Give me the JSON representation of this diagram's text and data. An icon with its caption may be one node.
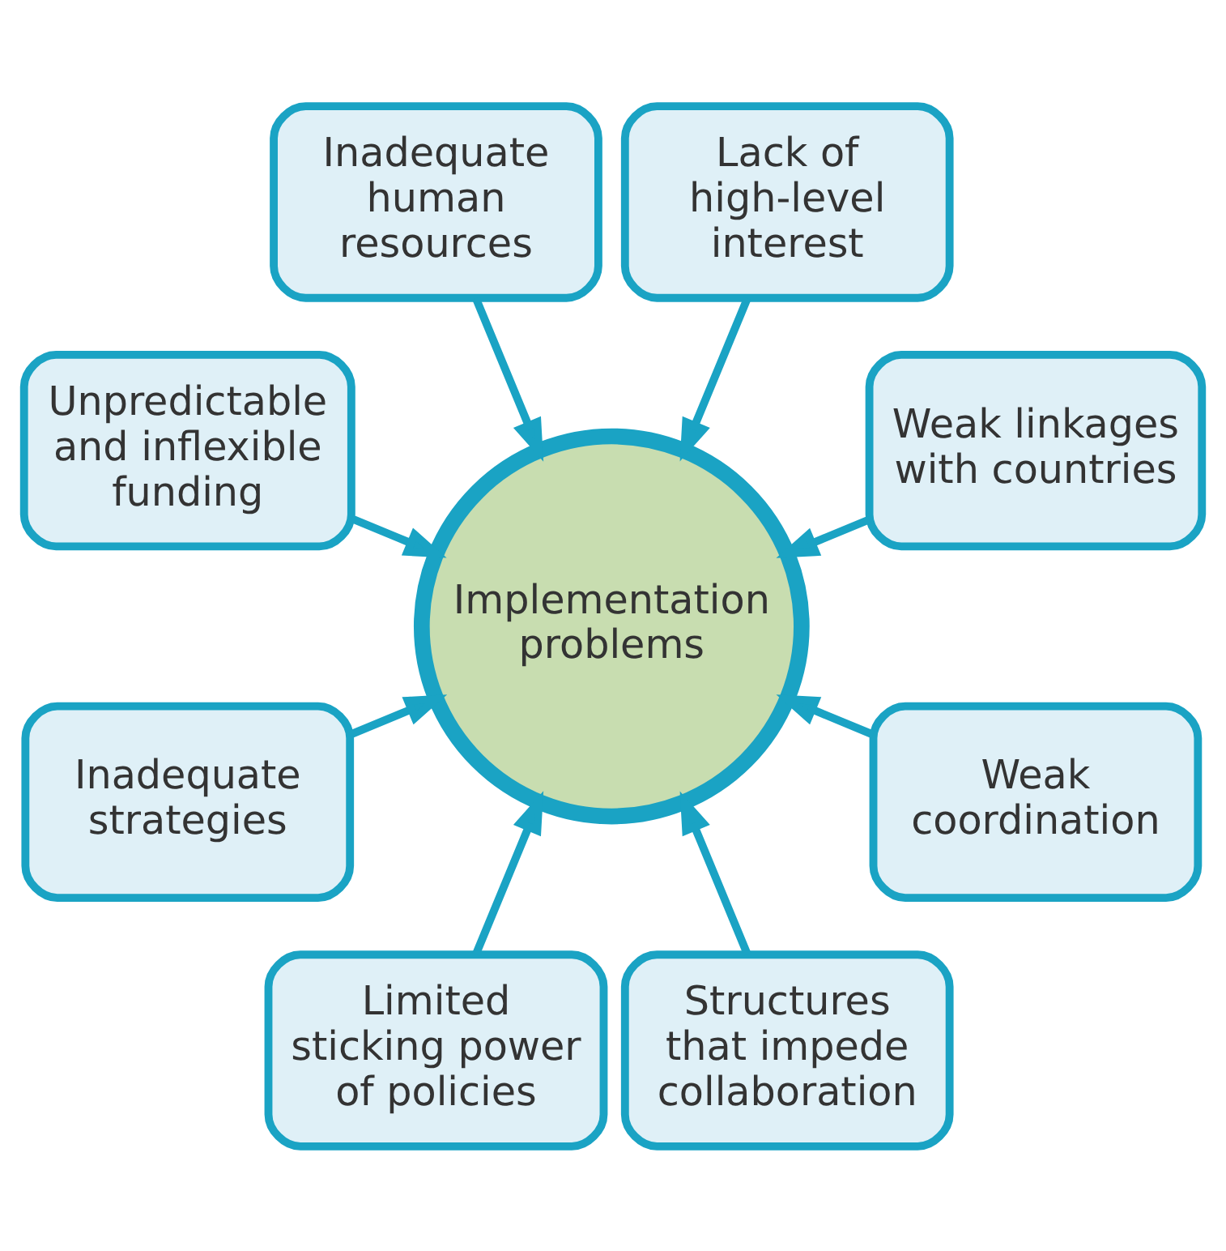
{
  "diagram": {
    "nodes": [
      {
        "text": [
          "Implementation problems"
        ]
      },
      {
        "text": [
          "Weak linkages with countries"
        ]
      },
      {
        "text": [
          "Lack of high-level interest"
        ]
      },
      {
        "text": [
          "Inadequate human resources"
        ]
      },
      {
        "text": [
          "Unpredictable and inflexible funding"
        ]
      },
      {
        "text": [
          "Inadequate strategies"
        ]
      },
      {
        "text": [
          "Limited sticking power of policies"
        ]
      },
      {
        "text": [
          "Structures that impede collaboration"
        ]
      },
      {
        "text": [
          "Weak coordination"
        ]
      }
    ],
    "edges": [
      {
        "from": 1,
        "to": 0,
        "arrow": "to"
      },
      {
        "from": 2,
        "to": 0,
        "arrow": "to"
      },
      {
        "from": 3,
        "to": 0,
        "arrow": "to"
      },
      {
        "from": 4,
        "to": 0,
        "arrow": "to"
      },
      {
        "from": 5,
        "to": 0,
        "arrow": "to"
      },
      {
        "from": 6,
        "to": 0,
        "arrow": "to"
      },
      {
        "from": 7,
        "to": 0,
        "arrow": "to"
      },
      {
        "from": 8,
        "to": 0,
        "arrow": "to"
      }
    ]
  }
}
